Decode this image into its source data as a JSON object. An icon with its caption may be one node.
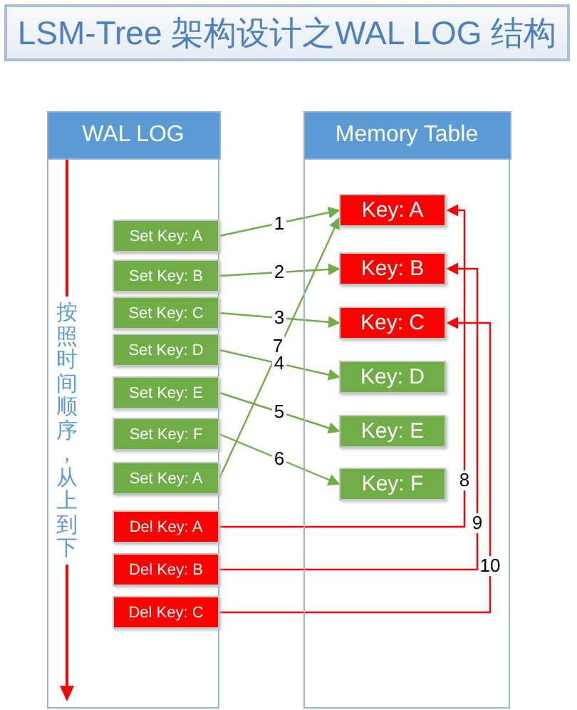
{
  "diagram": {
    "title": "LSM-Tree 架构设计之WAL LOG 结构",
    "nodes": [
      {
        "text": [
          "WAL LOG"
        ]
      },
      {
        "text": [
          "Memory Table"
        ]
      },
      {
        "text": [
          "Set Key: A"
        ],
        "in": 0
      },
      {
        "text": [
          "Set Key: B"
        ],
        "in": 0
      },
      {
        "text": [
          "Set Key: C"
        ],
        "in": 0
      },
      {
        "text": [
          "Set Key: D"
        ],
        "in": 0
      },
      {
        "text": [
          "Set Key: E"
        ],
        "in": 0
      },
      {
        "text": [
          "Set Key: F"
        ],
        "in": 0
      },
      {
        "text": [
          "Set Key: A"
        ],
        "in": 0
      },
      {
        "text": [
          "Del Key: A"
        ],
        "in": 0
      },
      {
        "text": [
          "Del Key: B"
        ],
        "in": 0
      },
      {
        "text": [
          "Del Key: C"
        ],
        "in": 0
      },
      {
        "text": [
          "Key: A"
        ],
        "in": 1
      },
      {
        "text": [
          "Key: B"
        ],
        "in": 1
      },
      {
        "text": [
          "Key: C"
        ],
        "in": 1
      },
      {
        "text": [
          "Key: D"
        ],
        "in": 1
      },
      {
        "text": [
          "Key: E"
        ],
        "in": 1
      },
      {
        "text": [
          "Key: F"
        ],
        "in": 1
      }
    ],
    "edges": [
      {
        "from": 2,
        "to": 12,
        "arrow": "to",
        "label": "1"
      },
      {
        "from": 3,
        "to": 13,
        "arrow": "to",
        "label": "2"
      },
      {
        "from": 4,
        "to": 14,
        "arrow": "to",
        "label": "3"
      },
      {
        "from": 5,
        "to": 15,
        "arrow": "to",
        "label": "4"
      },
      {
        "from": 6,
        "to": 16,
        "arrow": "to",
        "label": "5"
      },
      {
        "from": 7,
        "to": 17,
        "arrow": "to",
        "label": "6"
      },
      {
        "from": 8,
        "to": 12,
        "arrow": "to",
        "label": "7"
      },
      {
        "from": 9,
        "to": 12,
        "arrow": "to",
        "label": "8",
        "color": "#ff0000"
      },
      {
        "from": 10,
        "to": 13,
        "arrow": "to",
        "label": "9",
        "color": "#ff0000"
      },
      {
        "from": 11,
        "to": 14,
        "arrow": "to",
        "label": "10",
        "color": "#ff0000"
      }
    ],
    "labels": [
      "按照时间顺序，从上到下"
    ]
  }
}
